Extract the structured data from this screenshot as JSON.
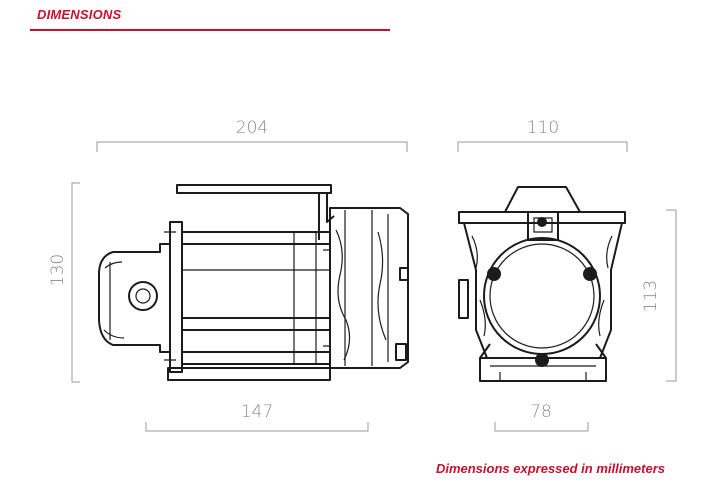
{
  "header": {
    "title": "DIMENSIONS"
  },
  "footer": {
    "note": "Dimensions expressed in millimeters"
  },
  "dimensions": {
    "side_view": {
      "overall_length": "204",
      "height": "130",
      "base_length": "147"
    },
    "front_view": {
      "width": "110",
      "height": "113",
      "base_width": "78"
    }
  },
  "colors": {
    "accent": "#c8102e",
    "dimension_lines": "#9a9a9a",
    "drawing": "#1b1b1b"
  }
}
